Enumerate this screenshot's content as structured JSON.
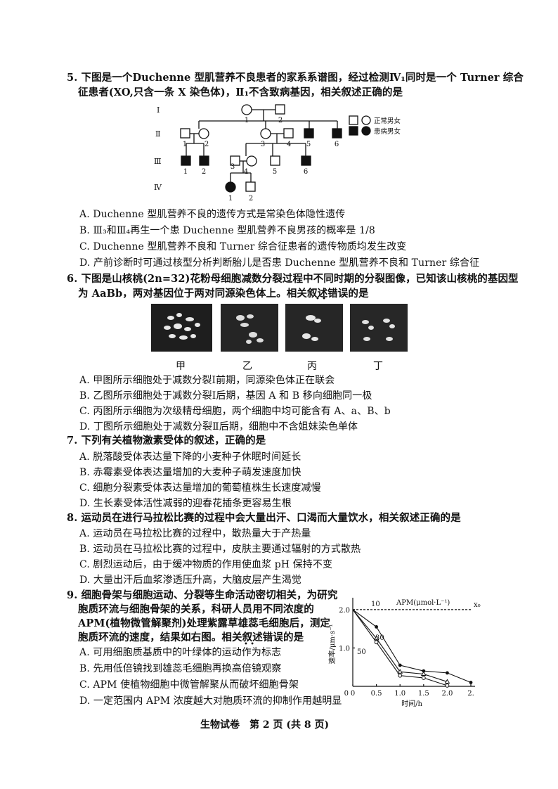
{
  "q5": {
    "line1": "5. 下图是一个Duchenne 型肌营养不良患者的家系系谱图，经过检测Ⅳ₁同时是一个 Turner 综合",
    "line2": "征患者(XO,只含一条 X 染色体)，Ⅱ₁不含致病基因，相关叙述正确的是",
    "pedigree": {
      "gen_labels": [
        "Ⅰ",
        "Ⅱ",
        "Ⅲ",
        "Ⅳ"
      ],
      "legend_normal": "正常男女",
      "legend_affected": "患病男女",
      "ids": {
        "I1": "1",
        "I2": "2",
        "II1": "1",
        "II2": "2",
        "II3": "3",
        "II4": "4",
        "II5": "5",
        "II6": "6",
        "III1": "1",
        "III2": "2",
        "III3": "3",
        "III4": "4",
        "III5": "5",
        "III6": "6",
        "IV1": "1",
        "IV2": "2"
      }
    },
    "options": [
      "A. Duchenne 型肌营养不良的遗传方式是常染色体隐性遗传",
      "B. Ⅲ₃和Ⅲ₄再生一个患 Duchenne 型肌营养不良男孩的概率是 1/8",
      "C. Duchenne 型肌营养不良和 Turner 综合征患者的遗传物质均发生改变",
      "D. 产前诊断时可通过核型分析判断胎儿是否患 Duchenne 型肌营养不良和 Turner 综合征"
    ]
  },
  "q6": {
    "line1": "6. 下图是山核桃(2n=32)花粉母细胞减数分裂过程中不同时期的分裂图像，已知该山核桃的基因型",
    "line2": "为 AaBb，两对基因位于两对同源染色体上。相关叙述错误的是",
    "emphasis_dots": "• •",
    "image_labels": [
      "甲",
      "乙",
      "丙",
      "丁"
    ],
    "options": [
      "A. 甲图所示细胞处于减数分裂Ⅰ前期，同源染色体正在联会",
      "B. 乙图所示细胞处于减数分裂Ⅰ后期，基因 A 和 B 移向细胞同一极",
      "C. 丙图所示细胞为次级精母细胞，两个细胞中均可能含有 A、a、B、b",
      "D. 丁图所示细胞处于减数分裂Ⅱ后期，细胞中不含姐妹染色单体"
    ]
  },
  "q7": {
    "line1": "7. 下列有关植物激素受体的叙述，正确的是",
    "options": [
      "A. 脱落酸受体表达量下降的小麦种子休眠时间延长",
      "B. 赤霉素受体表达量增加的大麦种子萌发速度加快",
      "C. 细胞分裂素受体表达量增加的葡萄植株生长速度减慢",
      "D. 生长素受体活性减弱的迎春花插条更容易生根"
    ]
  },
  "q8": {
    "line1": "8. 运动员在进行马拉松比赛的过程中会大量出汗、口渴而大量饮水，相关叙述正确的是",
    "options": [
      "A. 运动员在马拉松比赛的过程中，散热量大于产热量",
      "B. 运动员在马拉松比赛的过程中，皮肤主要通过辐射的方式散热",
      "C. 剧烈运动后，由于缓冲物质的作用使血浆 pH 保持不变",
      "D. 大量出汗后血浆渗透压升高，大脑皮层产生渴觉"
    ]
  },
  "q9": {
    "lines": [
      "9. 细胞骨架与细胞运动、分裂等生命活动密切相关，为研究",
      "胞质环流与细胞骨架的关系，科研人员用不同浓度的",
      "APM(植物微管解聚剂)处理紫露草雄蕊毛细胞后，测定",
      "胞质环流的速度，结果如右图。相关叙述错误的是"
    ],
    "emphasis_dots": "• •",
    "options": [
      "A. 可用细胞质基质中的叶绿体的运动作为标志",
      "B. 先用低倍镜找到雄蕊毛细胞再换高倍镜观察",
      "C. APM 使植物细胞中微管解聚从而破坏细胞骨架",
      "D. 一定范围内 APM 浓度越大对胞质环流的抑制作用越明显"
    ]
  },
  "chart_data": {
    "type": "line",
    "ylabel": "速率/μm·s⁻¹",
    "xlabel": "时间/h",
    "legend_title": "APM(μmol·L⁻¹)",
    "x_ticks": [
      "0",
      "0.5",
      "1.0",
      "1.5",
      "2.0",
      "2."
    ],
    "y_ticks": [
      "1.0",
      "2.0"
    ],
    "xlim": [
      0,
      2.5
    ],
    "ylim": [
      0,
      2.2
    ],
    "reference_label": "x₀",
    "reference_value": 2.0,
    "series": [
      {
        "name": "10",
        "x": [
          0,
          0.5,
          1.0,
          1.5,
          2.0,
          2.5
        ],
        "y": [
          2.0,
          1.55,
          0.55,
          0.4,
          0.35,
          0.1
        ]
      },
      {
        "name": "30",
        "x": [
          0,
          0.5,
          1.0,
          1.5,
          2.0
        ],
        "y": [
          2.0,
          1.25,
          0.38,
          0.32,
          0.12
        ]
      },
      {
        "name": "50",
        "x": [
          0,
          0.5,
          1.0,
          1.5,
          2.0
        ],
        "y": [
          2.0,
          1.15,
          0.28,
          0.22,
          0.02
        ]
      }
    ]
  },
  "footer": "生物试卷　第 2 页 (共 8 页)"
}
